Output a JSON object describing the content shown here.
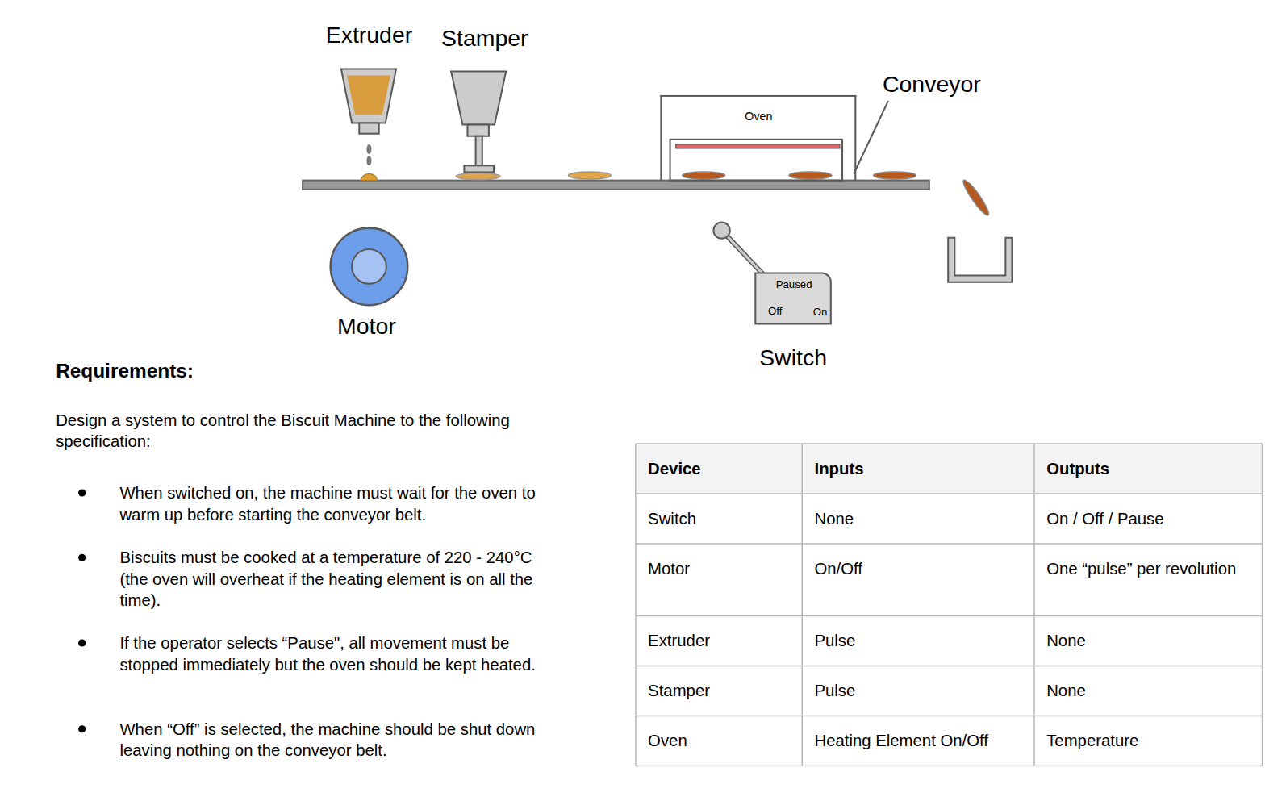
{
  "diagram": {
    "nodes": [
      {
        "text": [
          "Extruder"
        ]
      },
      {
        "text": [
          "Stamper"
        ]
      },
      {
        "text": [
          "Oven"
        ]
      },
      {
        "text": [
          "Motor"
        ]
      },
      {
        "text": [
          "Paused",
          "Off",
          "On",
          "Switch"
        ]
      }
    ],
    "labels": [
      "Conveyor",
      "Requirements:",
      "Design a system to control the Biscuit Machine to the following specification:",
      "When switched on, the machine must wait for the oven to warm up before starting the conveyor belt.",
      "Biscuits must be cooked at a temperature of 220 - 240°C (the oven will overheat if the heating element is on all the time).",
      "If the operator selects “Pause\", all movement must be stopped immediately but the oven should be kept heated.",
      "When “Off” is selected, the machine should be shut down leaving nothing on the conveyor belt.",
      "Device",
      "Inputs",
      "Outputs",
      "Switch",
      "None",
      "On / Off / Pause",
      "Motor",
      "On/Off",
      "One “pulse” per revolution",
      "Extruder",
      "Pulse",
      "None",
      "Stamper",
      "Pulse",
      "None",
      "Oven",
      "Heating Element On/Off",
      "Temperature"
    ]
  }
}
